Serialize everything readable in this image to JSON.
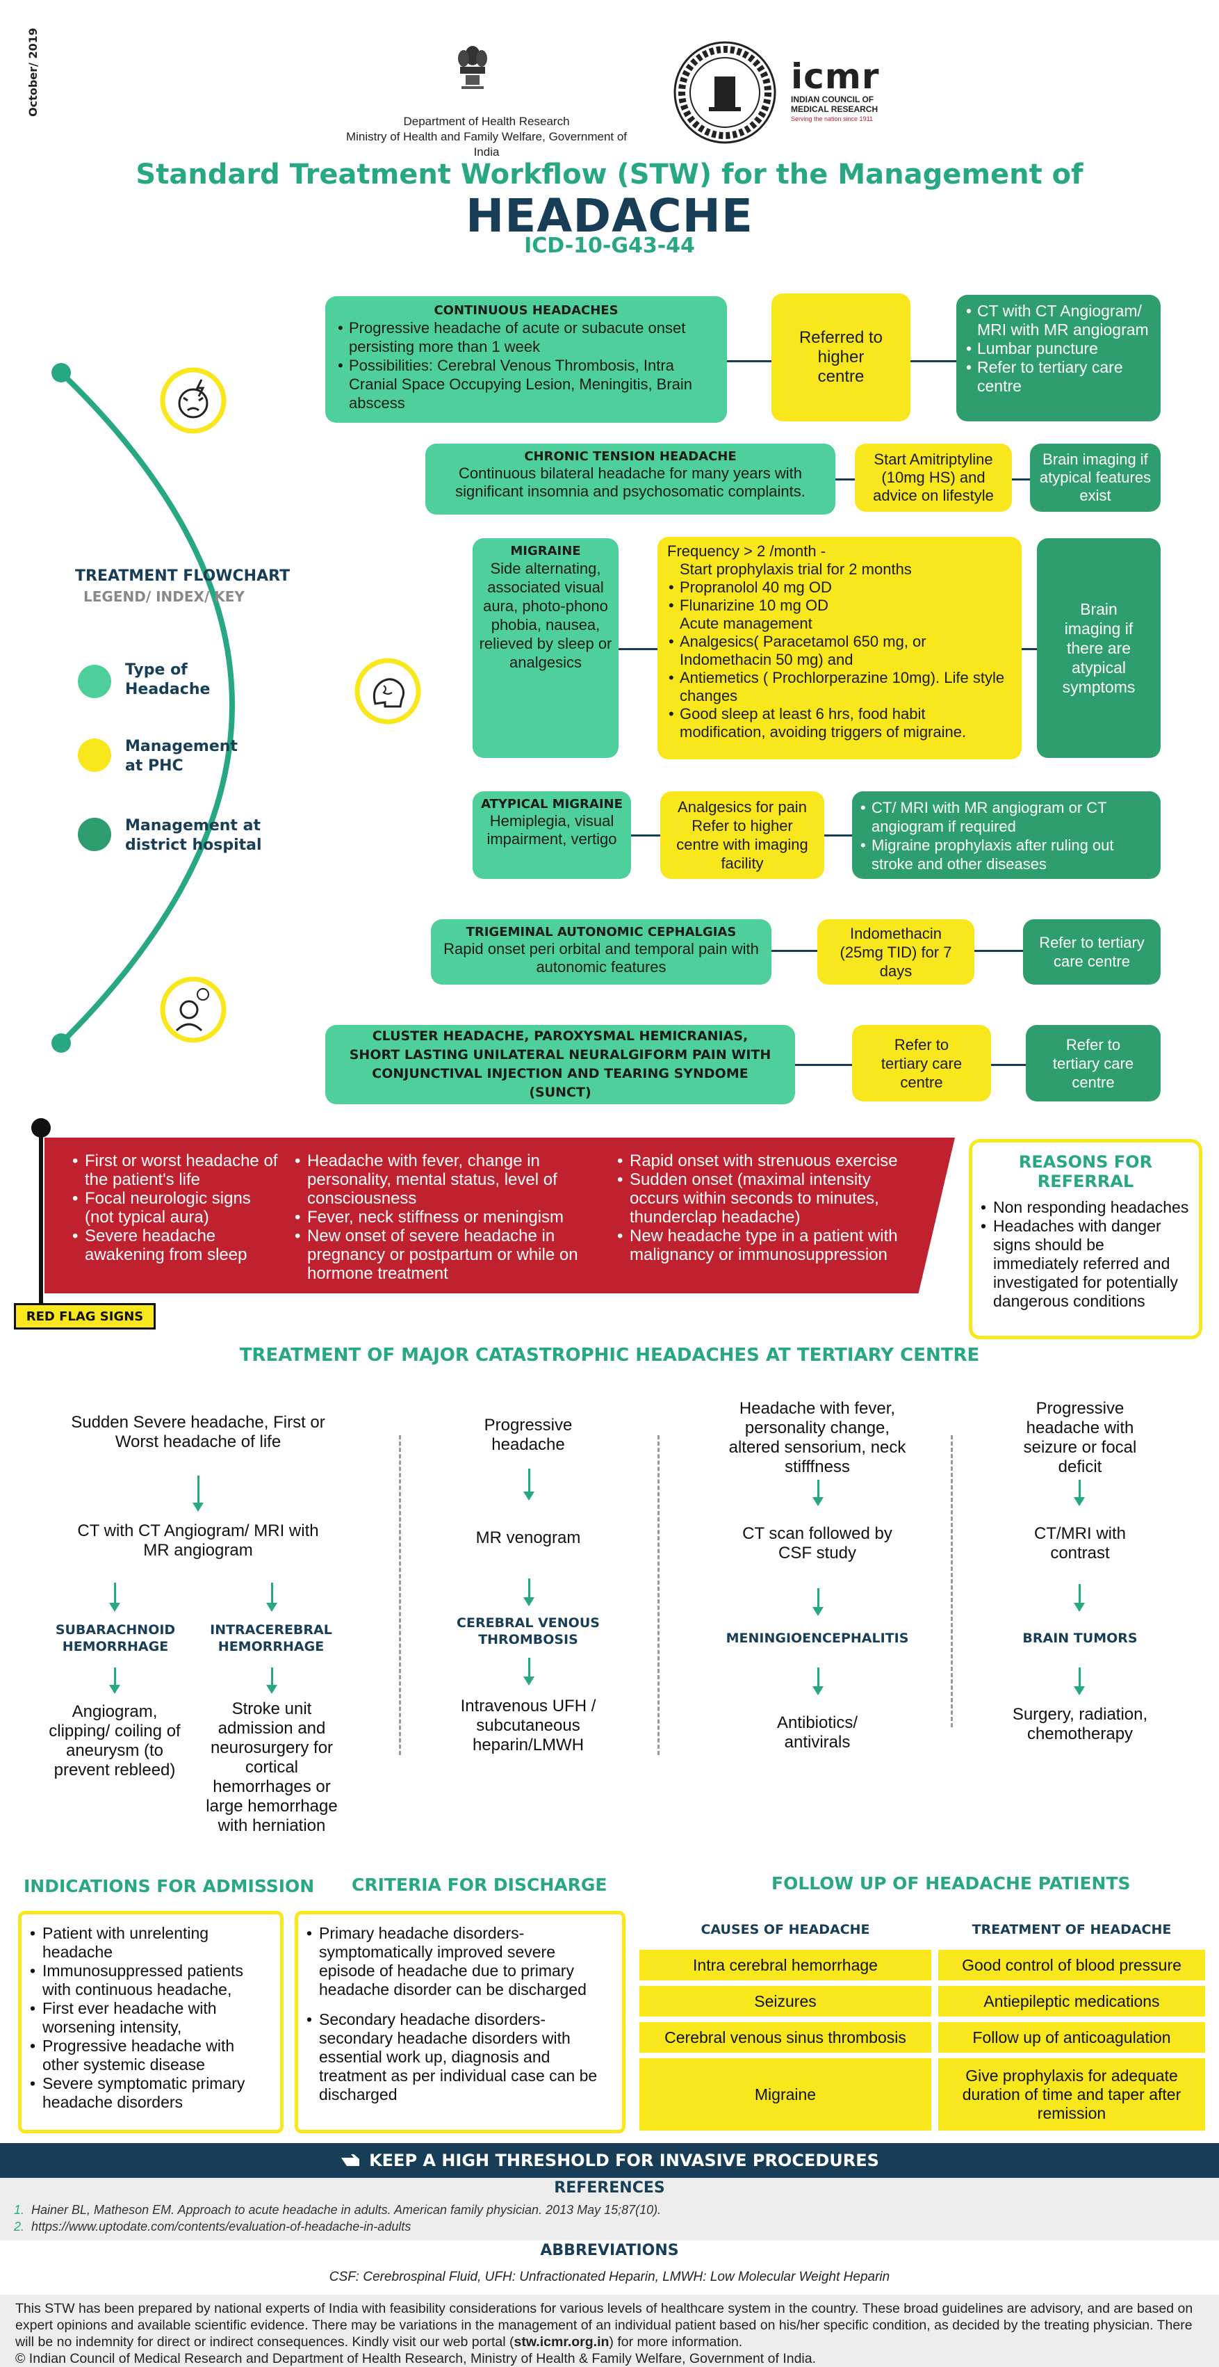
{
  "header": {
    "date": "October/ 2019",
    "dept": "Department of Health Research",
    "ministry": "Ministry of Health and Family Welfare, Government of India",
    "icmr_name": "icmr",
    "icmr_sub1": "INDIAN COUNCIL OF",
    "icmr_sub2": "MEDICAL RESEARCH",
    "icmr_tag": "Serving the nation since 1911"
  },
  "title": {
    "line1": "Standard Treatment Workflow (STW) for the Management of",
    "line2": "HEADACHE",
    "line3": "ICD-10-G43-44"
  },
  "legend": {
    "title": "TREATMENT FLOWCHART",
    "subtitle": "LEGEND/ INDEX/ KEY",
    "items": [
      "Type of",
      "Headache",
      "Management",
      "at PHC",
      "Management at",
      "district hospital"
    ]
  },
  "colors": {
    "light_green": "#4ecf9b",
    "dark_green": "#2e9e6e",
    "yellow": "#f8e71c",
    "navy": "#173e56",
    "red": "#c0212f",
    "accent_green": "#28a882"
  },
  "flow": {
    "continuous": {
      "title": "CONTINUOUS HEADACHES",
      "items": [
        "Progressive headache of acute or subacute onset persisting more than 1 week",
        "Possibilities: Cerebral Venous Thrombosis, Intra Cranial Space Occupying Lesion, Meningitis, Brain abscess"
      ],
      "phc": "Referred to higher centre",
      "district": [
        "CT with CT Angiogram/ MRI with MR angiogram",
        "Lumbar puncture",
        "Refer to tertiary care centre"
      ]
    },
    "chronic": {
      "title": "CHRONIC TENSION HEADACHE",
      "text": "Continuous bilateral headache  for many years with significant insomnia and psychosomatic complaints.",
      "phc": "Start Amitriptyline (10mg HS) and advice on lifestyle",
      "district": "Brain imaging if atypical features exist"
    },
    "migraine": {
      "title": "MIGRAINE",
      "text": "Side alternating, associated visual aura, photo-phono phobia, nausea, relieved by sleep or analgesics",
      "phc_l1": "Frequency > 2 /month -",
      "phc_l2": "Start prophylaxis trial for 2 months",
      "phc_items1": [
        "Propranolol 40 mg OD",
        "Flunarizine 10 mg OD"
      ],
      "phc_l3": "Acute management",
      "phc_items2": [
        "Analgesics( Paracetamol 650 mg, or Indomethacin  50  mg) and",
        "Antiemetics ( Prochlorperazine 10mg). Life style changes",
        "Good sleep at least 6 hrs, food habit modification, avoiding triggers of migraine."
      ],
      "district": "Brain imaging if there are atypical symptoms"
    },
    "atypical": {
      "title": "ATYPICAL MIGRAINE",
      "text": "Hemiplegia, visual impairment, vertigo",
      "phc": "Analgesics for pain Refer to higher centre with imaging facility",
      "district": [
        "CT/ MRI with MR angiogram or CT angiogram if required",
        "Migraine prophylaxis after ruling out stroke and other diseases"
      ]
    },
    "trigeminal": {
      "title": "TRIGEMINAL AUTONOMIC CEPHALGIAS",
      "text": "Rapid onset peri orbital and temporal pain with autonomic features",
      "phc": "Indomethacin (25mg TID)  for 7 days",
      "district": "Refer to tertiary care centre"
    },
    "cluster": {
      "title": "CLUSTER HEADACHE, PAROXYSMAL HEMICRANIAS, SHORT LASTING UNILATERAL NEURALGIFORM PAIN WITH CONJUNCTIVAL INJECTION AND TEARING SYNDOME (SUNCT)",
      "phc": "Refer to tertiary care centre",
      "district": "Refer to tertiary care centre"
    }
  },
  "red_flags": {
    "label": "RED FLAG SIGNS",
    "col1": [
      "First or worst headache of the patient's life",
      "Focal neurologic signs (not typical aura)",
      "Severe headache awakening from sleep"
    ],
    "col2": [
      "Headache with fever, change in personality, mental status, level of consciousness",
      "Fever, neck stiffness or meningism",
      "New onset of severe headache in pregnancy or postpartum or while on hormone treatment"
    ],
    "col3": [
      "Rapid onset with strenuous exercise",
      "Sudden onset (maximal intensity occurs within seconds to minutes, thunderclap headache)",
      "New headache type in a patient with malignancy or immunosuppression"
    ]
  },
  "referral": {
    "title": "REASONS FOR REFERRAL",
    "items": [
      "Non responding headaches",
      "Headaches with danger signs should be immediately referred and investigated for potentially dangerous conditions"
    ]
  },
  "tertiary": {
    "title": "TREATMENT OF MAJOR CATASTROPHIC HEADACHES AT TERTIARY CENTRE",
    "c1_top": "Sudden Severe headache, First or Worst headache of life",
    "c1_test": "CT with CT Angiogram/ MRI with MR angiogram",
    "c1a_dx": "SUBARACHNOID HEMORRHAGE",
    "c1a_tx": "Angiogram, clipping/ coiling of aneurysm (to prevent rebleed)",
    "c1b_dx": "INTRACEREBRAL HEMORRHAGE",
    "c1b_tx": "Stroke unit admission and neurosurgery for cortical hemorrhages or large hemorrhage with herniation",
    "c2_top": "Progressive headache",
    "c2_test": "MR venogram",
    "c2_dx": "CEREBRAL VENOUS THROMBOSIS",
    "c2_tx": "Intravenous UFH / subcutaneous heparin/LMWH",
    "c3_top": "Headache with fever, personality change, altered sensorium, neck stifffness",
    "c3_test": "CT scan followed by CSF study",
    "c3_dx": "MENINGIOENCEPHALITIS",
    "c3_tx": "Antibiotics/ antivirals",
    "c4_top": "Progressive headache with seizure or focal deficit",
    "c4_test": "CT/MRI with contrast",
    "c4_dx": "BRAIN TUMORS",
    "c4_tx": "Surgery, radiation, chemotherapy"
  },
  "admission": {
    "title": "INDICATIONS FOR ADMISSION",
    "items": [
      "Patient with unrelenting headache",
      "Immunosuppressed patients with continuous headache,",
      "First ever headache with worsening intensity,",
      "Progressive headache with other systemic disease",
      "Severe symptomatic primary headache disorders"
    ]
  },
  "discharge": {
    "title": "CRITERIA FOR DISCHARGE",
    "items": [
      "Primary headache disorders- symptomatically improved severe episode of headache due to primary headache disorder can be discharged",
      "Secondary headache disorders- secondary headache disorders with essential work up, diagnosis and treatment as per individual case can be discharged"
    ]
  },
  "followup": {
    "title": "FOLLOW UP OF HEADACHE PATIENTS",
    "col1": "CAUSES OF HEADACHE",
    "col2": "TREATMENT OF HEADACHE",
    "rows": [
      [
        "Intra cerebral hemorrhage",
        "Good control of blood pressure"
      ],
      [
        "Seizures",
        "Antiepileptic medications"
      ],
      [
        "Cerebral venous sinus thrombosis",
        "Follow up of anticoagulation"
      ],
      [
        "Migraine",
        "Give prophylaxis for adequate duration of time and taper after remission"
      ]
    ]
  },
  "keep": "KEEP A HIGH THRESHOLD FOR INVASIVE PROCEDURES",
  "references": {
    "title": "REFERENCES",
    "items": [
      "Hainer BL, Matheson EM. Approach to acute headache in adults. American family physician. 2013 May 15;87(10).",
      "https://www.uptodate.com/contents/evaluation-of-headache-in-adults"
    ]
  },
  "abbreviations": {
    "title": "ABBREVIATIONS",
    "text": "CSF: Cerebrospinal Fluid,  UFH: Unfractionated Heparin,  LMWH: Low Molecular Weight Heparin"
  },
  "footer": {
    "p1a": "This STW has been prepared by national experts of India with feasibility considerations for various levels of healthcare system in the country. These broad guidelines are advisory, and are based on expert opinions and available scientific evidence. There may be variations in the management of an individual patient based on his/her specific condition, as decided by the treating physician. There will be no indemnity for direct or indirect consequences. Kindly visit our web portal (",
    "p1link": "stw.icmr.org.in",
    "p1b": ") for more information.",
    "p2": "© Indian Council of Medical Research and Department of Health Research, Ministry of Health & Family Welfare, Government of India."
  }
}
